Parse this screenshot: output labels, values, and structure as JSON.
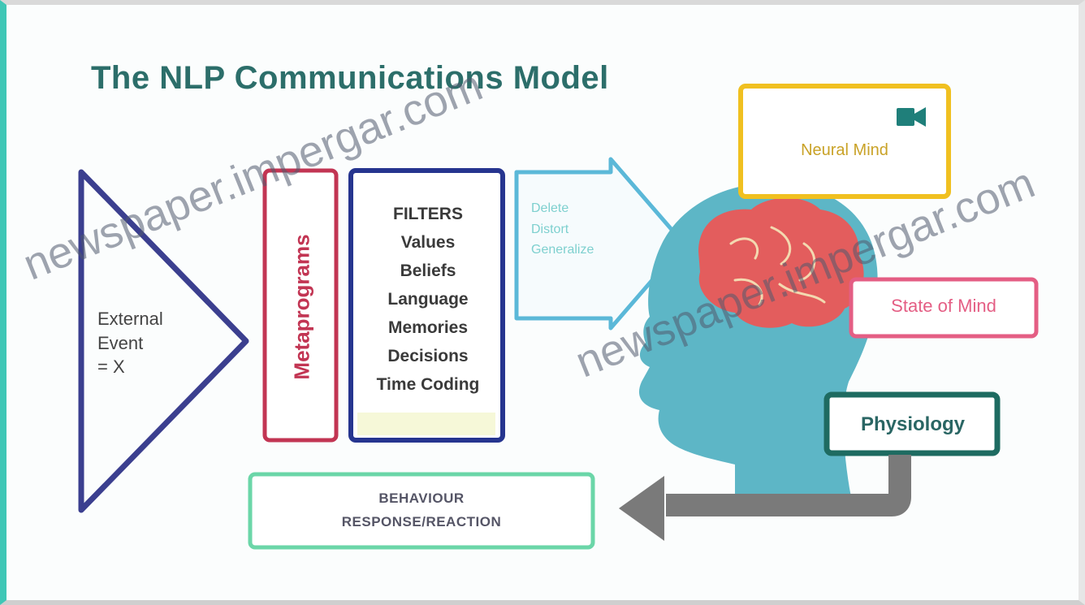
{
  "title": "The NLP Communications Model",
  "external_event": "External\nEvent\n= X",
  "metaprograms": "Metaprograms",
  "filters": [
    "FILTERS",
    "Values",
    "Beliefs",
    "Language",
    "Memories",
    "Decisions",
    "Time Coding"
  ],
  "arrow_text": "Delete\nDistort\nGeneralize",
  "neural_mind": "Neural Mind",
  "state_of_mind": "State of Mind",
  "physiology": "Physiology",
  "behaviour": {
    "line1": "BEHAVIOUR",
    "line2": "RESPONSE/REACTION"
  },
  "watermark": {
    "left": "newspaper.impergar.com",
    "right": "newspaper.impergar.com"
  },
  "colors": {
    "frame_accent": "#3fc7b6",
    "title": "#2c6e6a",
    "triangle": "#3b3f8f",
    "metaprograms_border": "#c23553",
    "filters_border": "#26358f",
    "arrow_border": "#5bb8d8",
    "head": "#5db6c6",
    "brain": "#e35d5d",
    "neural_border": "#f0c020",
    "state_border": "#e45e84",
    "physiology_border": "#1e6b61",
    "behaviour_border": "#6bd6a8",
    "return_arrow": "#7a7a7a"
  }
}
